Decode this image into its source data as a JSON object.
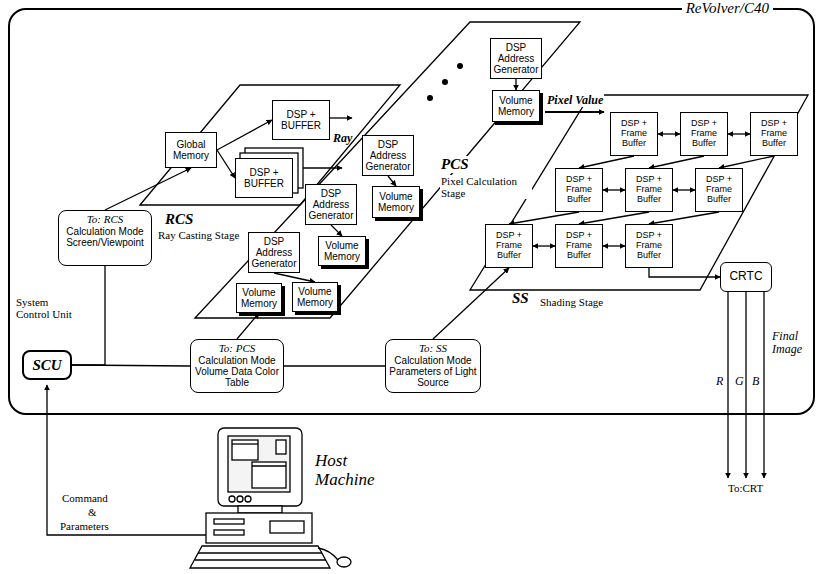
{
  "diagram": {
    "nodes": [
      {
        "text": [
          "ReVolver/C40"
        ]
      },
      {
        "text": [
          "Global Memory"
        ],
        "in": 0
      },
      {
        "text": [
          "DSP + BUFFER"
        ],
        "in": 0
      },
      {
        "text": [
          "DSP + BUFFER"
        ],
        "in": 0
      },
      {
        "text": [
          "DSP",
          "Address Generator"
        ],
        "in": 0
      },
      {
        "text": [
          "Volume Memory"
        ],
        "in": 0
      },
      {
        "text": [
          "DSP",
          "Address Generator"
        ],
        "in": 0
      },
      {
        "text": [
          "Volume Memory"
        ],
        "in": 0
      },
      {
        "text": [
          "DSP",
          "Address Generator"
        ],
        "in": 0
      },
      {
        "text": [
          "Volume Memory"
        ],
        "in": 0
      },
      {
        "text": [
          "DSP",
          "Address Generator"
        ],
        "in": 0
      },
      {
        "text": [
          "Volume Memory"
        ],
        "in": 0
      },
      {
        "text": [
          "Volume Memory"
        ],
        "in": 0
      },
      {
        "text": [
          "DSP + Frame Buffer"
        ],
        "in": 0
      },
      {
        "text": [
          "DSP + Frame Buffer"
        ],
        "in": 0
      },
      {
        "text": [
          "DSP + Frame Buffer"
        ],
        "in": 0
      },
      {
        "text": [
          "DSP + Frame Buffer"
        ],
        "in": 0
      },
      {
        "text": [
          "DSP + Frame Buffer"
        ],
        "in": 0
      },
      {
        "text": [
          "DSP + Frame Buffer"
        ],
        "in": 0
      },
      {
        "text": [
          "DSP + Frame Buffer"
        ],
        "in": 0
      },
      {
        "text": [
          "DSP + Frame Buffer"
        ],
        "in": 0
      },
      {
        "text": [
          "DSP + Frame Buffer"
        ],
        "in": 0
      },
      {
        "text": [
          "CRTC"
        ],
        "in": 0
      },
      {
        "text": [
          "To: RCS",
          "Calculation Mode Screen/Viewpoint"
        ],
        "in": 0
      },
      {
        "text": [
          "To: PCS",
          "Calculation Mode Volume Data Color Table"
        ],
        "in": 0
      },
      {
        "text": [
          "To: SS",
          "Calculation Mode Parameters of Light Source"
        ],
        "in": 0
      },
      {
        "text": [
          "SCU"
        ],
        "in": 0
      }
    ],
    "edges": [
      {
        "from": 26,
        "to": 23,
        "arrow": "none"
      },
      {
        "from": 26,
        "to": 24,
        "arrow": "none"
      },
      {
        "from": 24,
        "to": 25,
        "arrow": "none"
      },
      {
        "from": 23,
        "to": 1,
        "arrow": "to"
      },
      {
        "from": 1,
        "to": 2,
        "arrow": "to"
      },
      {
        "from": 1,
        "to": 3,
        "arrow": "to"
      },
      {
        "from": 4,
        "to": 5,
        "arrow": "to"
      },
      {
        "from": 6,
        "to": 7,
        "arrow": "to"
      },
      {
        "from": 8,
        "to": 9,
        "arrow": "to"
      },
      {
        "from": 10,
        "to": 11,
        "arrow": "to"
      },
      {
        "from": 24,
        "to": 12,
        "arrow": "to"
      },
      {
        "from": 25,
        "to": 19,
        "arrow": "to"
      },
      {
        "from": 13,
        "to": 14,
        "arrow": "both"
      },
      {
        "from": 14,
        "to": 15,
        "arrow": "both"
      },
      {
        "from": 16,
        "to": 17,
        "arrow": "both"
      },
      {
        "from": 17,
        "to": 18,
        "arrow": "both"
      },
      {
        "from": 19,
        "to": 20,
        "arrow": "both"
      },
      {
        "from": 20,
        "to": 21,
        "arrow": "both"
      },
      {
        "from": 13,
        "to": 16,
        "arrow": "to"
      },
      {
        "from": 14,
        "to": 17,
        "arrow": "to"
      },
      {
        "from": 15,
        "to": 18,
        "arrow": "to"
      },
      {
        "from": 16,
        "to": 19,
        "arrow": "to"
      },
      {
        "from": 17,
        "to": 20,
        "arrow": "to"
      },
      {
        "from": 18,
        "to": 21,
        "arrow": "to"
      },
      {
        "from": 21,
        "to": 22,
        "arrow": "to"
      }
    ],
    "labels": [
      "RCS",
      "Ray Casting Stage",
      "Ray",
      "PCS",
      "Pixel Calculation Stage",
      "Pixel Value",
      "SS",
      "Shading Stage",
      "System Control Unit",
      "R",
      "G",
      "B",
      "Final Image",
      "To:CRT",
      "Host Machine",
      "Command",
      "&",
      "Parameters"
    ]
  }
}
